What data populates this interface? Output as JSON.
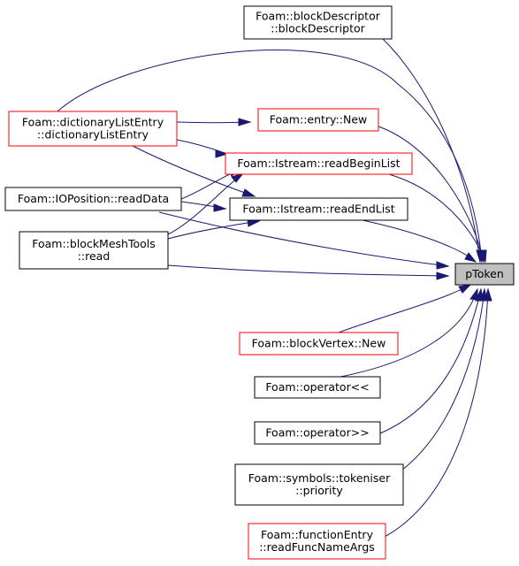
{
  "graph": {
    "colors": {
      "edge": "#191970",
      "border_default": "#000000",
      "border_truncated": "#ff0000",
      "fill_default": "#ffffff",
      "fill_focus": "#bfbfbf"
    },
    "target": {
      "lines": [
        "pToken"
      ]
    },
    "nodes": [
      {
        "lines": [
          "Foam::blockDescriptor",
          "::blockDescriptor"
        ],
        "border": "black"
      },
      {
        "lines": [
          "Foam::dictionaryListEntry",
          "::dictionaryListEntry"
        ],
        "border": "red"
      },
      {
        "lines": [
          "Foam::entry::New"
        ],
        "border": "red"
      },
      {
        "lines": [
          "Foam::Istream::readBeginList"
        ],
        "border": "red"
      },
      {
        "lines": [
          "Foam::IOPosition::readData"
        ],
        "border": "black"
      },
      {
        "lines": [
          "Foam::Istream::readEndList"
        ],
        "border": "black"
      },
      {
        "lines": [
          "Foam::blockMeshTools",
          "::read"
        ],
        "border": "black"
      },
      {
        "lines": [
          "Foam::blockVertex::New"
        ],
        "border": "red"
      },
      {
        "lines": [
          "Foam::operator<<"
        ],
        "border": "black"
      },
      {
        "lines": [
          "Foam::operator>>"
        ],
        "border": "black"
      },
      {
        "lines": [
          "Foam::symbols::tokeniser",
          "::priority"
        ],
        "border": "black"
      },
      {
        "lines": [
          "Foam::functionEntry",
          "::readFuncNameArgs"
        ],
        "border": "red"
      }
    ]
  }
}
